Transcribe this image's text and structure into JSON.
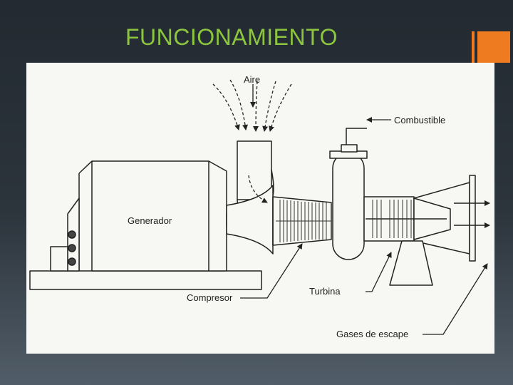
{
  "slide": {
    "title": "FUNCIONAMIENTO",
    "accent_color": "#ee7b1f",
    "title_color": "#8cc63f"
  },
  "diagram": {
    "labels": {
      "air": "Aire",
      "fuel": "Combustible",
      "generator": "Generador",
      "compressor": "Compresor",
      "turbine": "Turbina",
      "exhaust": "Gases de escape"
    }
  }
}
